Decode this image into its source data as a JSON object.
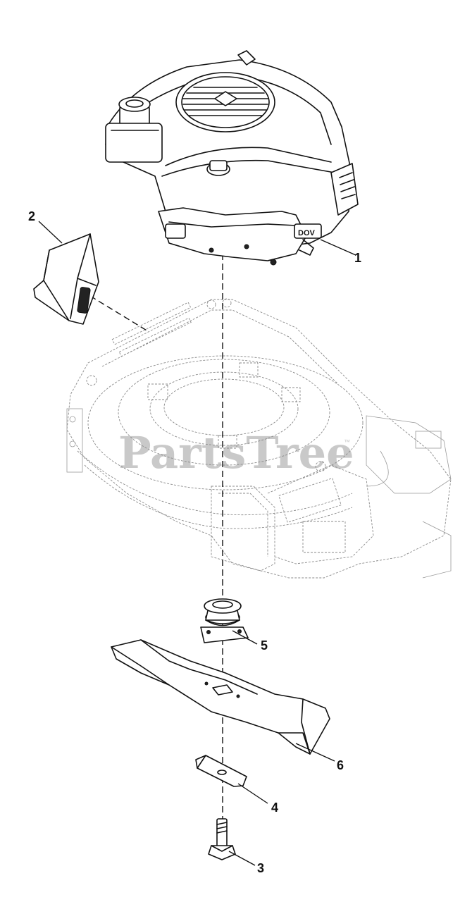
{
  "watermark": {
    "text": "PartsTree",
    "trademark": "™"
  },
  "callouts": [
    {
      "id": "1",
      "part": "engine"
    },
    {
      "id": "2",
      "part": "discharge-deflector"
    },
    {
      "id": "3",
      "part": "blade-bolt"
    },
    {
      "id": "4",
      "part": "blade-stiffener"
    },
    {
      "id": "5",
      "part": "blade-adapter"
    },
    {
      "id": "6",
      "part": "mower-blade"
    }
  ],
  "engine_label": "DOV"
}
